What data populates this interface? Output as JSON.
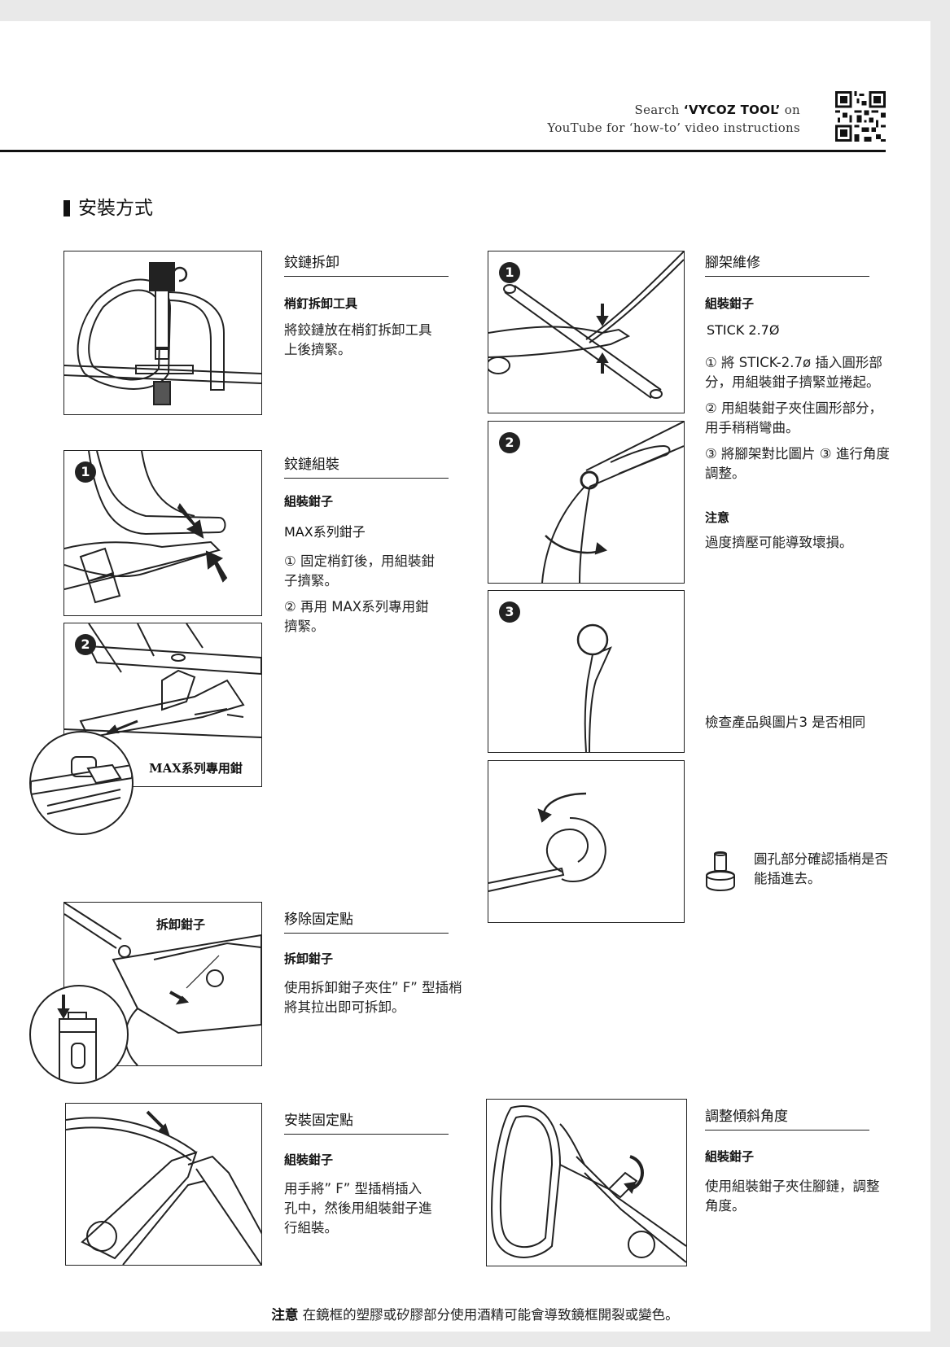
{
  "header": {
    "search_prefix": "Search ",
    "search_term": "‘VYCOZ TOOL’",
    "search_suffix": " on",
    "line2": "YouTube for ‘how-to’ video instructions"
  },
  "section_title": "安裝方式",
  "steps": {
    "hinge_removal": {
      "title": "鉸鏈拆卸",
      "tool": "梢釘拆卸工具",
      "text": "將鉸鏈放在梢釘拆卸工具上後擠緊。"
    },
    "hinge_assembly": {
      "title": "鉸鏈組裝",
      "tool": "組裝鉗子",
      "tool2": "MAX系列鉗子",
      "p1": "① 固定梢釘後，用組裝鉗子擠緊。",
      "p2": "② 再用 MAX系列專用鉗擠緊。",
      "img_label": "MAX系列專用鉗",
      "badge1": "1",
      "badge2": "2"
    },
    "remove_fixing": {
      "title": "移除固定點",
      "tool": "拆卸鉗子",
      "text": "使用拆卸鉗子夾住” F” 型插梢將其拉出即可拆卸。",
      "img_label": "拆卸鉗子"
    },
    "install_fixing": {
      "title": "安裝固定點",
      "tool": "組裝鉗子",
      "text": "用手將” F” 型插梢插入孔中，然後用組裝鉗子進行組裝。"
    },
    "temple_repair": {
      "title": "腳架維修",
      "tool": "組裝鉗子",
      "stick": "STICK 2.7Ø",
      "p1": "① 將 STICK-2.7ø 插入圓形部分，用組裝鉗子擠緊並捲起。",
      "p2": "② 用組裝鉗子夾住圓形部分，用手稍稍彎曲。",
      "p3": "③ 將腳架對比圖片 ③ 進行角度調整。",
      "caution_title": "注意",
      "caution_text": "過度擠壓可能導致壞損。",
      "check_text": "檢查產品與圖片3 是否相同",
      "pin_text": "圓孔部分確認插梢是否能插進去。",
      "badge1": "1",
      "badge2": "2",
      "badge3": "3"
    },
    "tilt_adjust": {
      "title": "調整傾斜角度",
      "tool": "組裝鉗子",
      "text": "使用組裝鉗子夾住腳鏈，調整角度。"
    }
  },
  "footnote": {
    "label": "注意",
    "text": " 在鏡框的塑膠或矽膠部分使用酒精可能會導致鏡框開裂或變色。"
  }
}
